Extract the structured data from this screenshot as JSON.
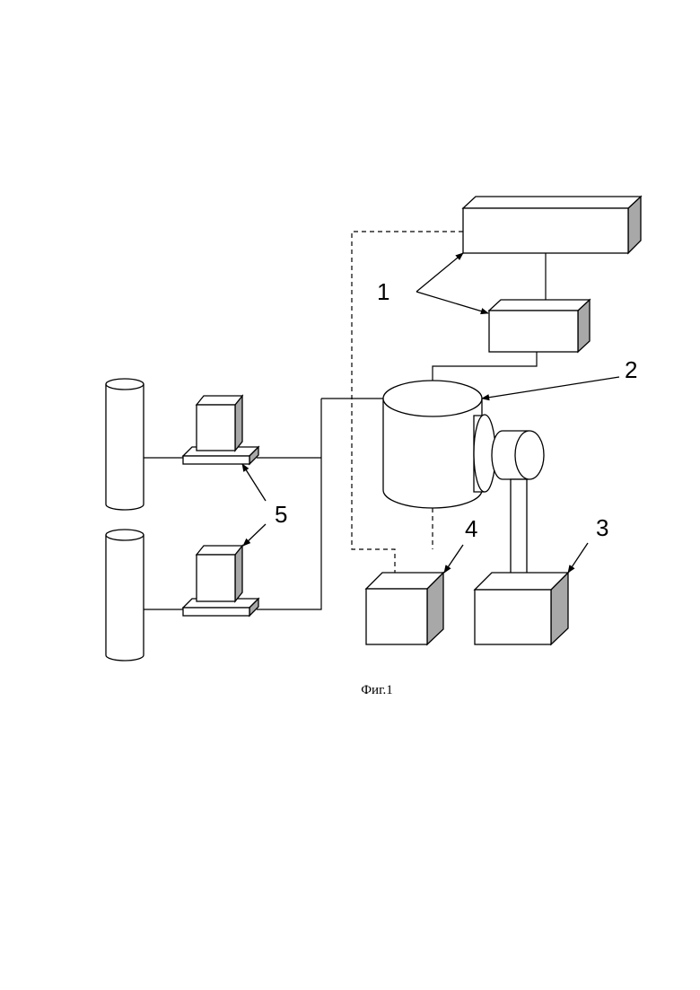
{
  "diagram": {
    "reference_labels": [
      "1",
      "2",
      "3",
      "4",
      "5"
    ],
    "caption": "Фиг.1"
  }
}
